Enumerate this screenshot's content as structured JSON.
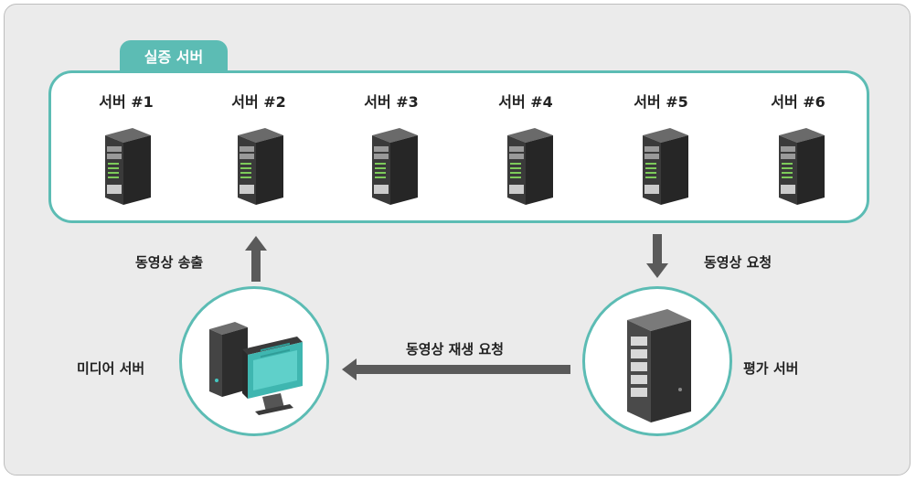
{
  "group": {
    "title": "실증 서버"
  },
  "servers": [
    {
      "label": "서버 #1"
    },
    {
      "label": "서버 #2"
    },
    {
      "label": "서버 #3"
    },
    {
      "label": "서버 #4"
    },
    {
      "label": "서버 #5"
    },
    {
      "label": "서버 #6"
    }
  ],
  "edges": {
    "stream_out": "동영상 송출",
    "video_request": "동영상 요청",
    "playback_request": "동영상 재생 요청"
  },
  "nodes": {
    "media_server": "미디어 서버",
    "eval_server": "평가 서버"
  },
  "colors": {
    "accent": "#5cbcb4",
    "arrow": "#5a5a5a",
    "background": "#ebebeb"
  }
}
